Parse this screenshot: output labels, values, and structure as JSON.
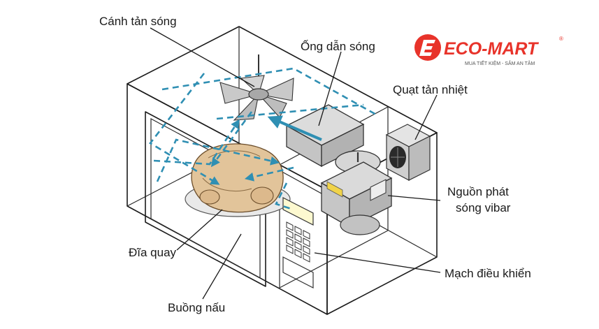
{
  "labels": {
    "fan": "Cánh tản sóng",
    "waveguide": "Ống dẫn sóng",
    "cooling_fan": "Quạt tản nhiệt",
    "magnetron_line1": "Nguồn phát",
    "magnetron_line2": "sóng vibar",
    "turntable": "Đĩa quay",
    "control_circuit": "Mạch điều khiển",
    "cooking_chamber": "Buồng nấu"
  },
  "logo": {
    "brand": "ECO-MART",
    "tagline": "MUA TIẾT KIỆM - SẮM AN TÂM",
    "registered": "®",
    "colors": {
      "brand_red": "#e8332a",
      "icon_white": "#ffffff"
    }
  },
  "colors": {
    "outline": "#1b1b1b",
    "wave_arrows": "#2f8fb3",
    "metal": "#d4d4d4",
    "chicken": "#e2c49a"
  }
}
